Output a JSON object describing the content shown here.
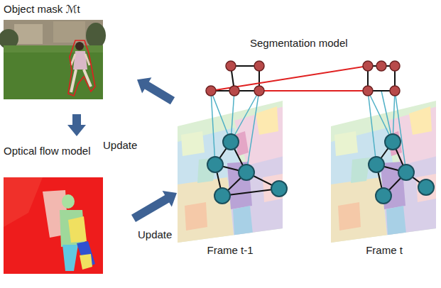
{
  "diagram": {
    "nodes": [
      {
        "text": [
          "Object mask ℳt"
        ]
      },
      {
        "text": [
          "Optical flow model"
        ]
      },
      {
        "text": [
          "Segmentation model"
        ]
      },
      {
        "text": [
          "Frame t-1"
        ],
        "in": 2
      },
      {
        "text": [
          "Frame t"
        ],
        "in": 2
      }
    ],
    "edges": [
      {
        "from": 2,
        "to": 0,
        "arrow": "to"
      },
      {
        "from": 0,
        "to": 1,
        "label": "Update",
        "arrow": "to"
      },
      {
        "from": 1,
        "to": 3,
        "label": "Update",
        "arrow": "to"
      }
    ]
  }
}
